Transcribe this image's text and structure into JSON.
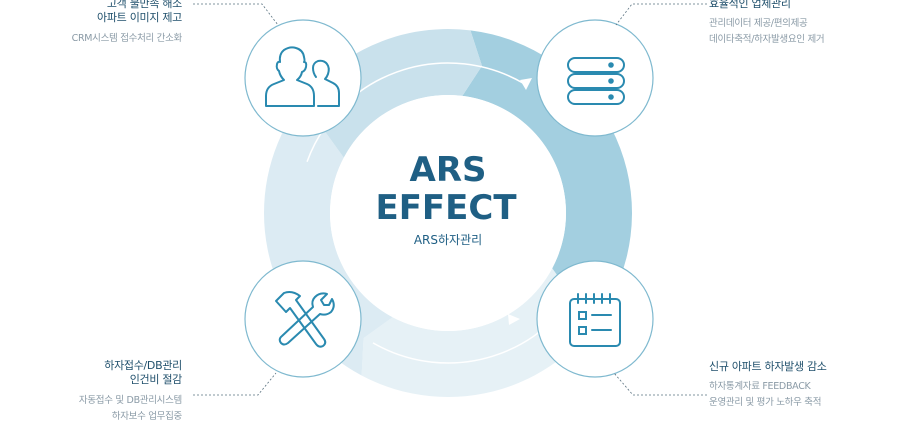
{
  "center": {
    "title_line1": "ARS",
    "title_line2": "EFFECT",
    "subtitle": "ARS하자관리"
  },
  "items": [
    {
      "id": "customer",
      "title_lines": [
        "고객 불만족 해소",
        "아파트 이미지 제고"
      ],
      "desc_lines": [
        "CRM시스템 접수처리 간소화"
      ],
      "icon": "users-icon"
    },
    {
      "id": "business",
      "title_lines": [
        "효율적인 업체관리"
      ],
      "desc_lines": [
        "관리데이터 제공/편의제공",
        "데이타축적/하자발생요인 제거"
      ],
      "icon": "database-icon"
    },
    {
      "id": "cost",
      "title_lines": [
        "하자접수/DB관리",
        "인건비 절감"
      ],
      "desc_lines": [
        "자동접수 및 DB관리시스템",
        "하자보수 업무집중"
      ],
      "icon": "tools-icon"
    },
    {
      "id": "reduction",
      "title_lines": [
        "신규 아파트 하자발생 감소"
      ],
      "desc_lines": [
        "하자통계자료 FEEDBACK",
        "운영관리 및 평가 노하우 축적"
      ],
      "icon": "calendar-icon"
    }
  ],
  "colors": {
    "ring_light": "#dcebf3",
    "ring_mid": "#c9e1ec",
    "ring_dark": "#a3cfe0",
    "ring_pale": "#e6f1f6",
    "circle_border": "#7fb9cf",
    "icon_stroke": "#2a8ab0",
    "title_text": "#1f5f84",
    "label_text": "#1f4f6b",
    "desc_text": "#8a9aa6",
    "connector": "#5a7280"
  }
}
